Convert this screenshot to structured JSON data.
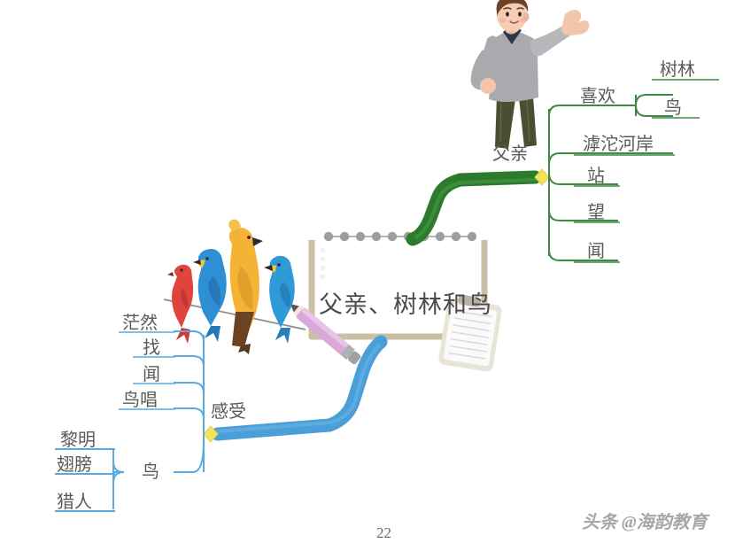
{
  "document": {
    "page_number": "22",
    "watermark": "头条 @海韵教育"
  },
  "mindmap": {
    "central_title": "父亲、树林和鸟",
    "colors": {
      "green_trunk": "#2d7a2d",
      "green_branch": "#3f8a43",
      "blue_trunk": "#4a9fd8",
      "blue_branch": "#5aa9e0",
      "connector": "#f2e35c",
      "label_text": "#5a5a5a",
      "frame": "#c9bfa3"
    },
    "branches": [
      {
        "id": "father",
        "label": "父亲",
        "color": "#2d7a2d",
        "children": [
          {
            "label": "喜欢",
            "children": [
              {
                "label": "树林"
              },
              {
                "label": "鸟"
              }
            ]
          },
          {
            "label": "滹沱河岸"
          },
          {
            "label": "站"
          },
          {
            "label": "望"
          },
          {
            "label": "闻"
          }
        ]
      },
      {
        "id": "feeling",
        "label": "感受",
        "color": "#4a9fd8",
        "children": [
          {
            "label": "茫然"
          },
          {
            "label": "找"
          },
          {
            "label": "闻"
          },
          {
            "label": "鸟唱"
          },
          {
            "label": "鸟",
            "children": [
              {
                "label": "黎明"
              },
              {
                "label": "翅膀"
              },
              {
                "label": "猎人"
              }
            ]
          }
        ]
      }
    ]
  },
  "illustrations": {
    "man": {
      "name": "father-figure",
      "description": "父亲"
    },
    "birds": {
      "name": "birds-on-wire",
      "count": "4"
    },
    "pencil": {
      "name": "pencil-illustration"
    },
    "clipboard": {
      "name": "clipboard-illustration"
    }
  }
}
